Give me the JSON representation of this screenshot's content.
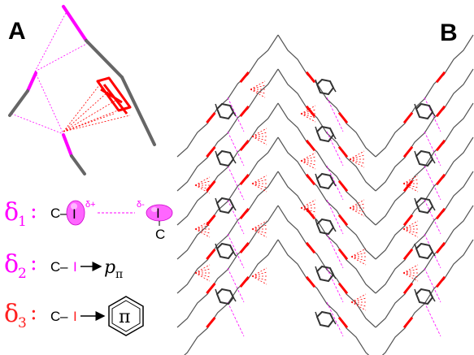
{
  "panels": {
    "a_label": "A",
    "b_label": "B"
  },
  "interactions": [
    {
      "symbol": "δ",
      "subscript": "1",
      "colon": ":",
      "color": "#ff00ff",
      "donor_atom": "C",
      "bond": "–",
      "halogen": "I",
      "delta_plus": "δ+",
      "delta_minus": "δ-",
      "acceptor_halogen": "I",
      "acceptor_atom": "C"
    },
    {
      "symbol": "δ",
      "subscript": "2",
      "colon": ":",
      "color": "#ff00ff",
      "donor_atom": "C",
      "bond": "–",
      "halogen": "I",
      "target": "p",
      "target_sub": "π"
    },
    {
      "symbol": "δ",
      "subscript": "3",
      "colon": ":",
      "color": "#ff2020",
      "donor_atom": "C",
      "bond": "–",
      "halogen": "I",
      "target": "π"
    }
  ],
  "colors": {
    "magenta": "#ff00ff",
    "red": "#ff0000",
    "chain": "#555555",
    "ring": "#333333"
  }
}
